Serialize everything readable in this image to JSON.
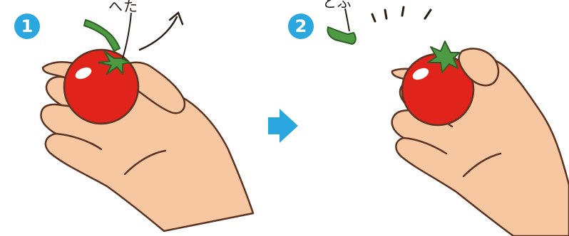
{
  "steps": [
    {
      "number": "1",
      "label": "へた"
    },
    {
      "number": "2",
      "label": "とぶ"
    }
  ],
  "colors": {
    "badge": "#2aa7df",
    "arrow": "#2aa7df",
    "skin": "#f7c7a1",
    "outline": "#5a3322",
    "tomato": "#e0231b",
    "stem": "#4e9a43"
  },
  "icons": {
    "step_arrow": "right-arrow-icon",
    "hand": "hand-icon",
    "tomato": "tomato-icon",
    "stem": "stem-icon",
    "motion": "motion-curve-icon"
  }
}
